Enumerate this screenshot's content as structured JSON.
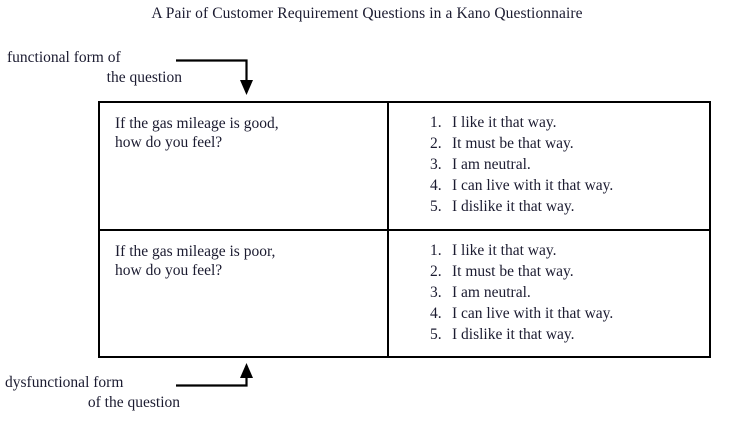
{
  "figure": {
    "title": "A Pair of Customer Requirement Questions in a Kano Questionnaire",
    "colors": {
      "background": "#ffffff",
      "ink": "#1b1b30",
      "rule": "#000000"
    }
  },
  "callouts": {
    "functional": {
      "line1": "functional form of",
      "line2": "the question",
      "arrow": "down-arrow-icon"
    },
    "dysfunctional": {
      "line1": "dysfunctional form",
      "line2": "of the question",
      "arrow": "up-arrow-icon"
    }
  },
  "table": {
    "rows": [
      {
        "question_line1": "If the gas mileage is good,",
        "question_line2": "how do you feel?",
        "answers": [
          {
            "num": "1.",
            "text": "I like it that way."
          },
          {
            "num": "2.",
            "text": "It must be that way."
          },
          {
            "num": "3.",
            "text": "I am neutral."
          },
          {
            "num": "4.",
            "text": "I can live with it that way."
          },
          {
            "num": "5.",
            "text": "I dislike it that way."
          }
        ]
      },
      {
        "question_line1": "If the gas mileage is poor,",
        "question_line2": "how do you feel?",
        "answers": [
          {
            "num": "1.",
            "text": "I like it that way."
          },
          {
            "num": "2.",
            "text": "It must be that way."
          },
          {
            "num": "3.",
            "text": "I am neutral."
          },
          {
            "num": "4.",
            "text": "I can live with it that way."
          },
          {
            "num": "5.",
            "text": "I dislike it that way."
          }
        ]
      }
    ]
  }
}
